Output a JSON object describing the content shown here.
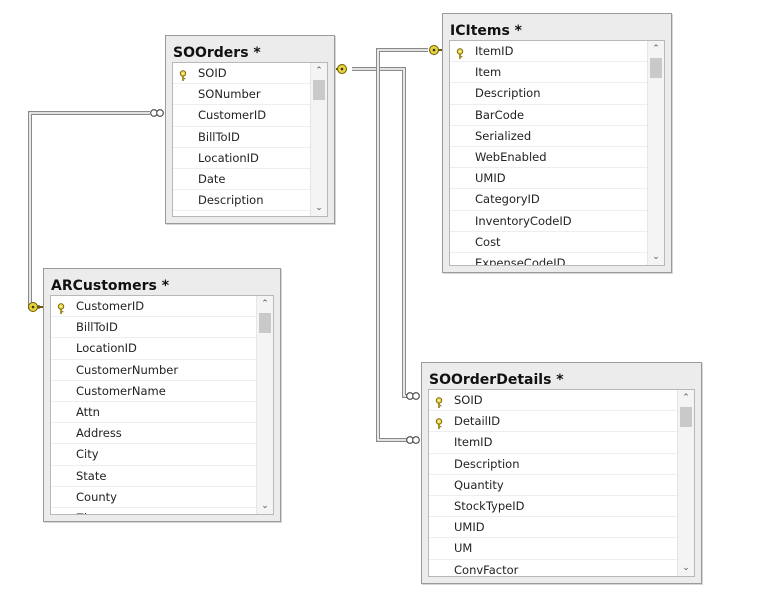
{
  "tables": [
    {
      "title": "SOOrders *",
      "rows": [
        {
          "name": "SOID",
          "key": true
        },
        {
          "name": "SONumber",
          "key": false
        },
        {
          "name": "CustomerID",
          "key": false
        },
        {
          "name": "BillToID",
          "key": false
        },
        {
          "name": "LocationID",
          "key": false
        },
        {
          "name": "Date",
          "key": false
        },
        {
          "name": "Description",
          "key": false
        }
      ]
    },
    {
      "title": "ICItems *",
      "rows": [
        {
          "name": "ItemID",
          "key": true
        },
        {
          "name": "Item",
          "key": false
        },
        {
          "name": "Description",
          "key": false
        },
        {
          "name": "BarCode",
          "key": false
        },
        {
          "name": "Serialized",
          "key": false
        },
        {
          "name": "WebEnabled",
          "key": false
        },
        {
          "name": "UMID",
          "key": false
        },
        {
          "name": "CategoryID",
          "key": false
        },
        {
          "name": "InventoryCodeID",
          "key": false
        },
        {
          "name": "Cost",
          "key": false
        },
        {
          "name": "ExpenseCodeID",
          "key": false
        }
      ]
    },
    {
      "title": "ARCustomers *",
      "rows": [
        {
          "name": "CustomerID",
          "key": true
        },
        {
          "name": "BillToID",
          "key": false
        },
        {
          "name": "LocationID",
          "key": false
        },
        {
          "name": "CustomerNumber",
          "key": false
        },
        {
          "name": "CustomerName",
          "key": false
        },
        {
          "name": "Attn",
          "key": false
        },
        {
          "name": "Address",
          "key": false
        },
        {
          "name": "City",
          "key": false
        },
        {
          "name": "State",
          "key": false
        },
        {
          "name": "County",
          "key": false
        },
        {
          "name": "Zip",
          "key": false
        }
      ]
    },
    {
      "title": "SOOrderDetails *",
      "rows": [
        {
          "name": "SOID",
          "key": true
        },
        {
          "name": "DetailID",
          "key": true
        },
        {
          "name": "ItemID",
          "key": false
        },
        {
          "name": "Description",
          "key": false
        },
        {
          "name": "Quantity",
          "key": false
        },
        {
          "name": "StockTypeID",
          "key": false
        },
        {
          "name": "UMID",
          "key": false
        },
        {
          "name": "UM",
          "key": false
        },
        {
          "name": "ConvFactor",
          "key": false
        }
      ]
    }
  ],
  "relationships": [
    {
      "from_table": "ARCustomers *",
      "from_end": "one",
      "to_table": "SOOrders *",
      "to_end": "many"
    },
    {
      "from_table": "SOOrders *",
      "from_end": "one",
      "to_table": "SOOrderDetails *",
      "to_end": "many"
    },
    {
      "from_table": "ICItems *",
      "from_end": "one",
      "to_table": "SOOrderDetails *",
      "to_end": "many"
    }
  ],
  "colors": {
    "key_fill": "#e8d23a",
    "key_stroke": "#6b5a00",
    "connector": "#8a8a8a"
  },
  "icons": {
    "primary_key": "key-icon",
    "one_end": "key-connector-icon",
    "many_end": "infinity-connector-icon",
    "scroll_up": "scroll-up-arrow-icon",
    "scroll_down": "scroll-down-arrow-icon"
  },
  "scroll_arrows": {
    "up": "⌃",
    "down": "⌄"
  }
}
